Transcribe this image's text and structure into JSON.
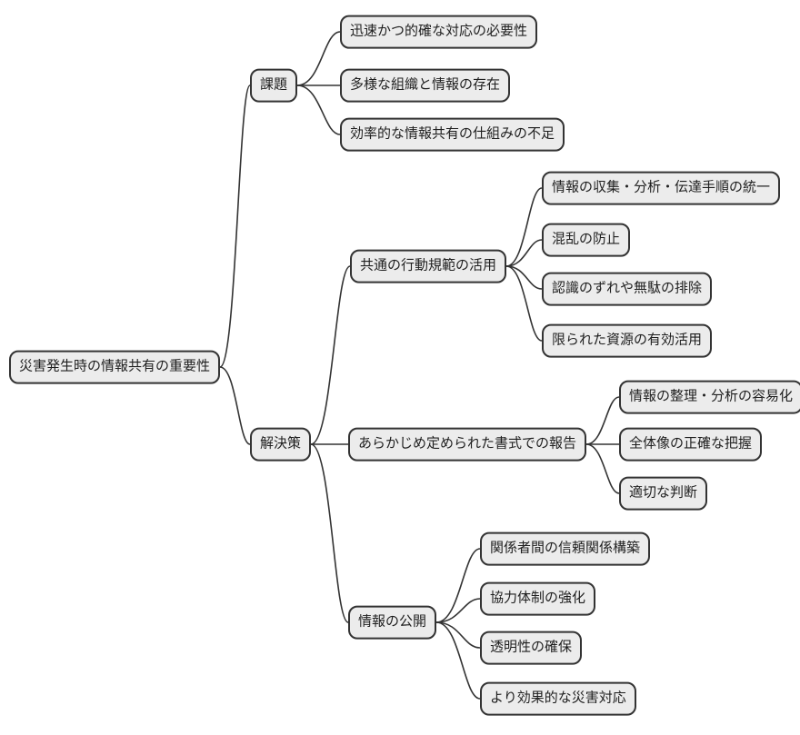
{
  "diagram_type": "mindmap",
  "mindmap": {
    "root": {
      "label": "災害発生時の情報共有の重要性"
    },
    "branches": [
      {
        "label": "課題",
        "children": [
          {
            "label": "迅速かつ的確な対応の必要性"
          },
          {
            "label": "多様な組織と情報の存在"
          },
          {
            "label": "効率的な情報共有の仕組みの不足"
          }
        ]
      },
      {
        "label": "解決策",
        "children": [
          {
            "label": "共通の行動規範の活用",
            "children": [
              {
                "label": "情報の収集・分析・伝達手順の統一"
              },
              {
                "label": "混乱の防止"
              },
              {
                "label": "認識のずれや無駄の排除"
              },
              {
                "label": "限られた資源の有効活用"
              }
            ]
          },
          {
            "label": "あらかじめ定められた書式での報告",
            "children": [
              {
                "label": "情報の整理・分析の容易化"
              },
              {
                "label": "全体像の正確な把握"
              },
              {
                "label": "適切な判断"
              }
            ]
          },
          {
            "label": "情報の公開",
            "children": [
              {
                "label": "関係者間の信頼関係構築"
              },
              {
                "label": "協力体制の強化"
              },
              {
                "label": "透明性の確保"
              },
              {
                "label": "より効果的な災害対応"
              }
            ]
          }
        ]
      }
    ]
  },
  "style": {
    "background": "#ffffff",
    "node_fill": "#ececec",
    "node_border": "#333333",
    "edge_color": "#333333",
    "text_color": "#1f1f1f"
  }
}
